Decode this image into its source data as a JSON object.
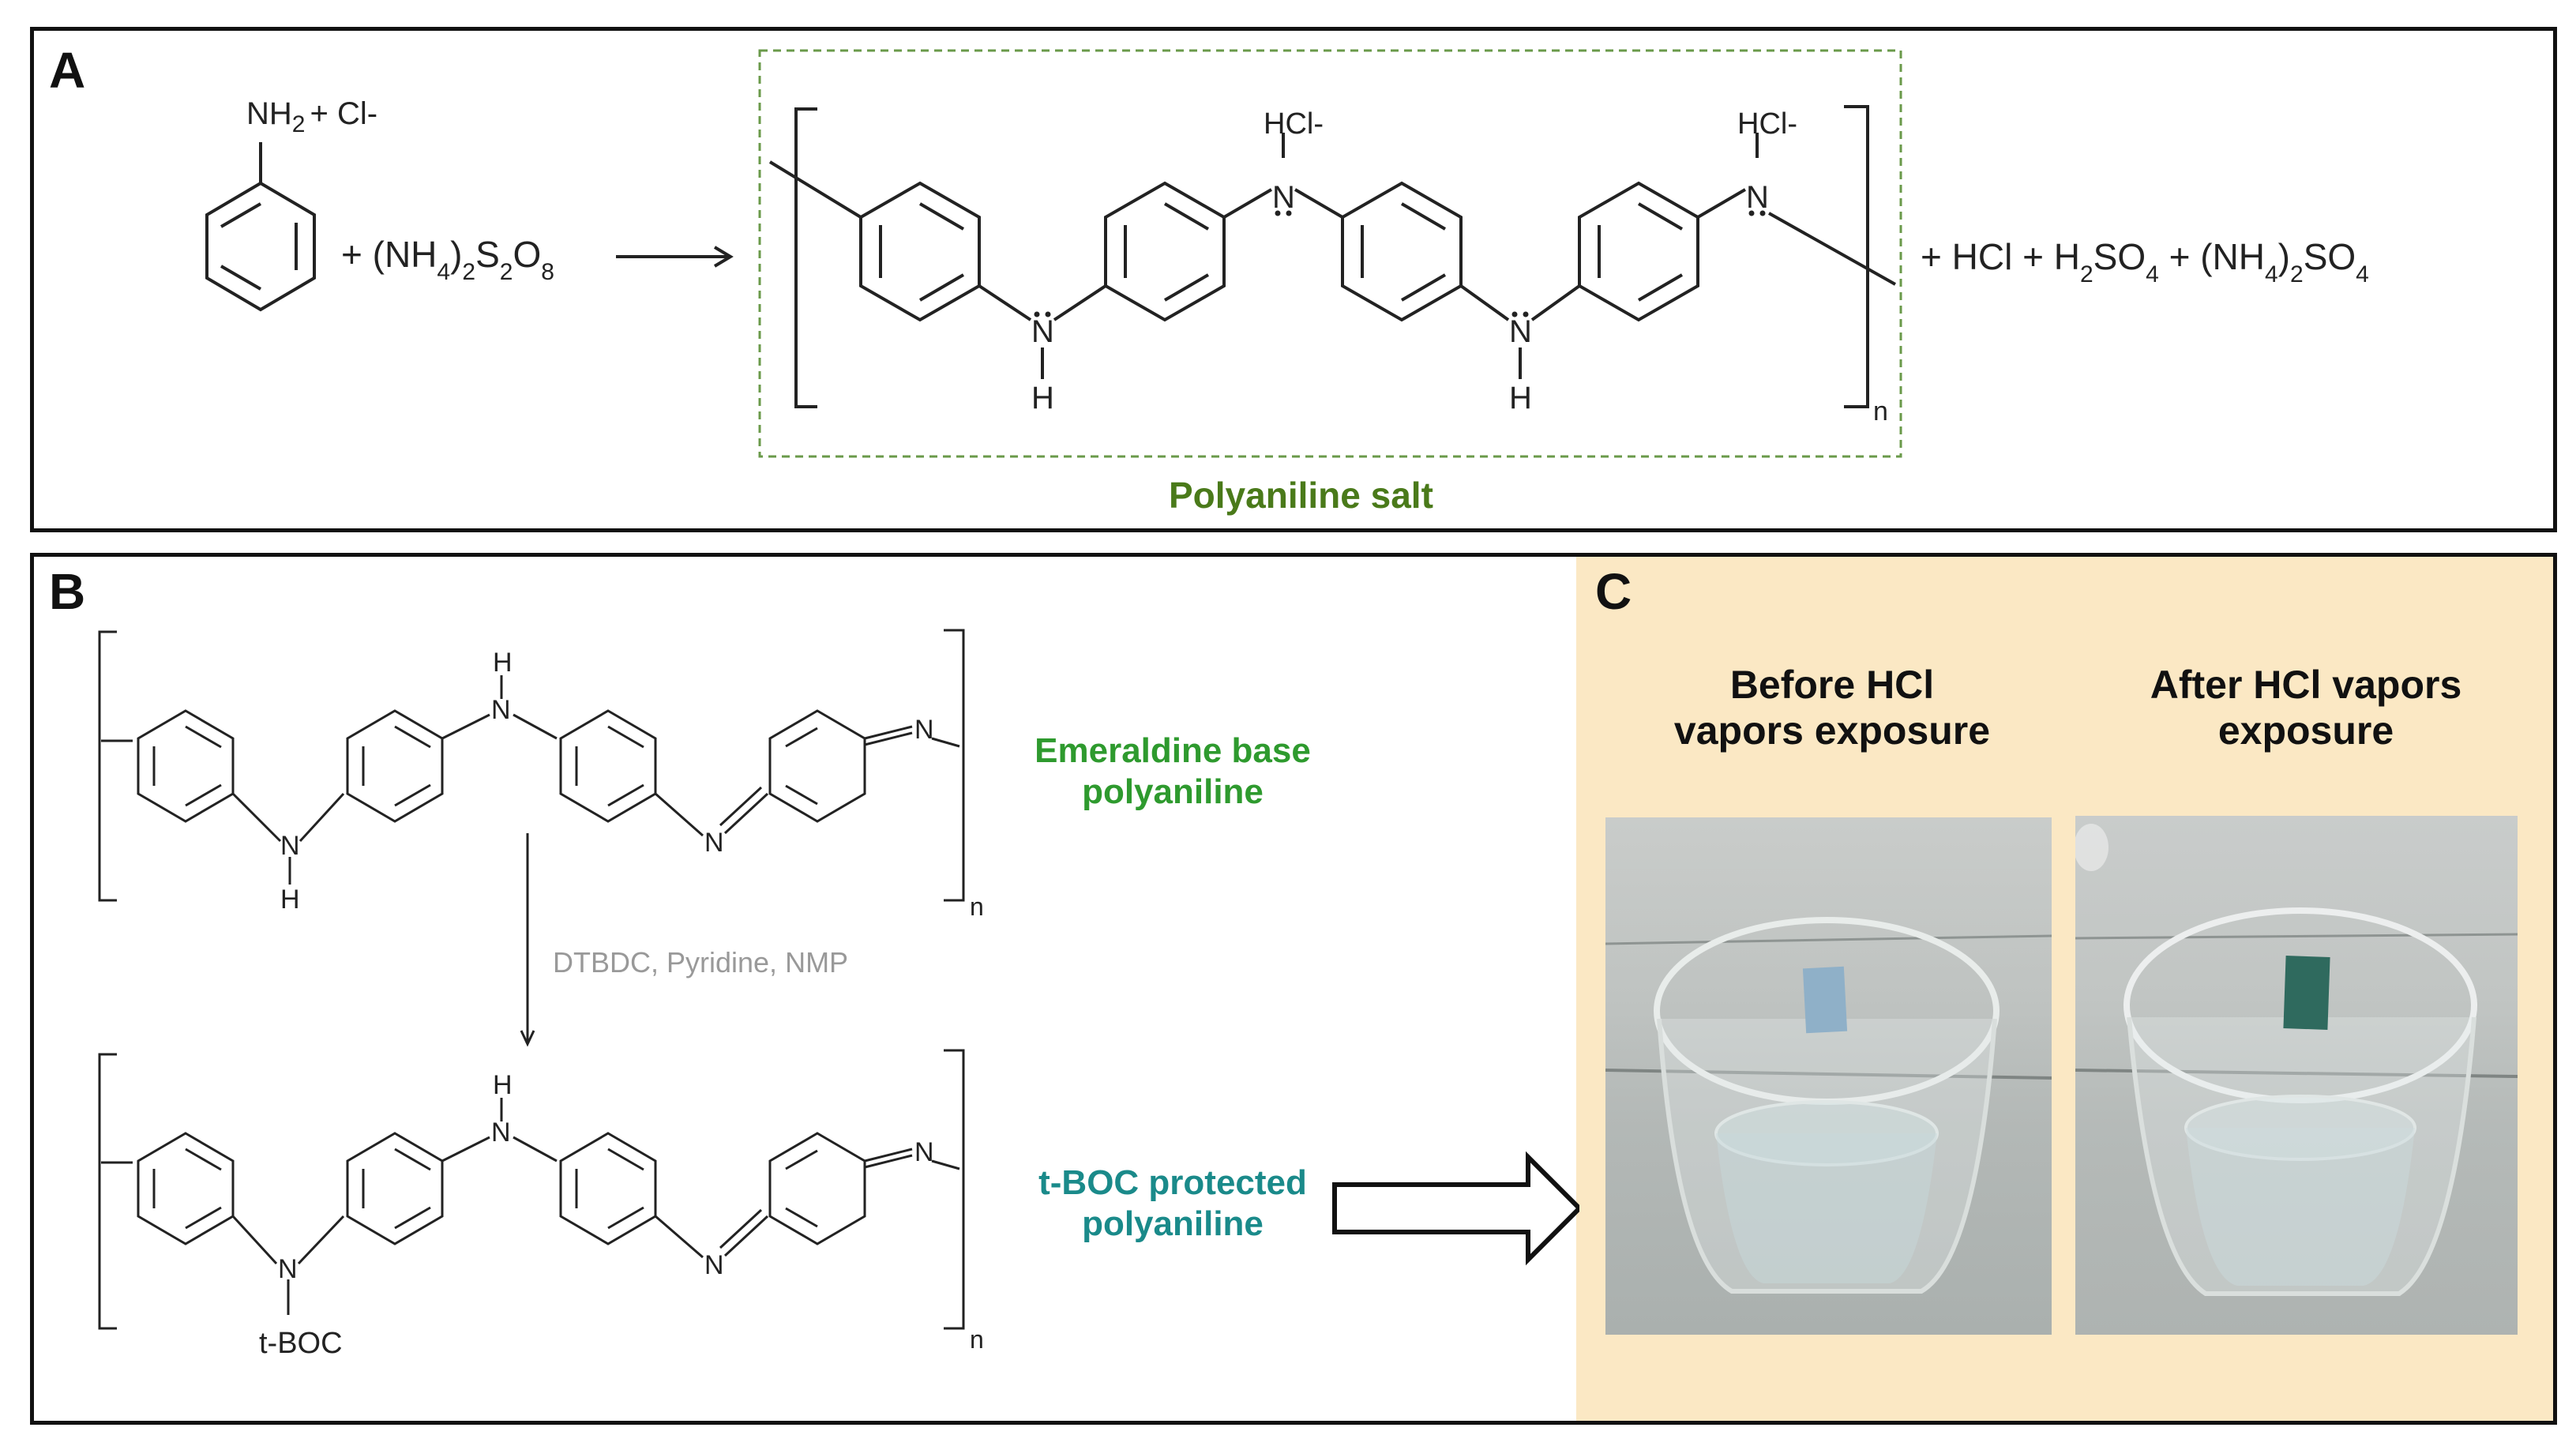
{
  "panelA": {
    "label": "A",
    "reactant_amine_top": "NH",
    "reactant_amine_sub": "2",
    "reactant_amine_tail": "+ Cl-",
    "oxidant_parts": [
      "+ (NH",
      "4",
      ")",
      "2",
      "S",
      "2",
      "O",
      "8"
    ],
    "salt_hcl_1": "HCl-",
    "salt_hcl_2": "HCl-",
    "salt_nh_h_1": "H",
    "salt_nh_h_2": "H",
    "salt_n_1": "N",
    "salt_n_2": "N",
    "salt_n_3": "N",
    "salt_n_4": "N",
    "salt_n_top1_h": "H",
    "salt_n_top2_h": "H",
    "repeat_n": "n",
    "products_parts": [
      "+ HCl + H",
      "2",
      "SO",
      "4",
      "+ (NH",
      "4",
      ")",
      "2",
      "SO",
      "4"
    ],
    "caption": "Polyaniline salt",
    "caption_color": "#4a7a1a",
    "box_color": "#6a9a4a"
  },
  "panelB": {
    "label": "B",
    "top_h": "H",
    "top_n_mid": "N",
    "top_n_left": "N",
    "top_n_left_h": "H",
    "top_n_imine": "N",
    "top_n_right": "N",
    "top_repeat": "n",
    "top_caption_1": "Emeraldine base",
    "top_caption_2": "polyaniline",
    "top_caption_color": "#2e9a2e",
    "reagents": "DTBDC, Pyridine, NMP",
    "reagents_color": "#999999",
    "bot_h": "H",
    "bot_n_mid": "N",
    "bot_n_left": "N",
    "bot_n_imine": "N",
    "bot_n_right": "N",
    "bot_repeat": "n",
    "bot_tboc": "t-BOC",
    "bot_caption_1": "t-BOC protected",
    "bot_caption_2": "polyaniline",
    "bot_caption_color": "#1a8a8a"
  },
  "panelC": {
    "label": "C",
    "bg_color": "#fbe8c4",
    "before_title_1": "Before HCl",
    "before_title_2": "vapors exposure",
    "after_title_1": "After HCl vapors",
    "after_title_2": "exposure",
    "before_film_color": "#8fb0c8",
    "after_film_color": "#2f6a5e"
  }
}
